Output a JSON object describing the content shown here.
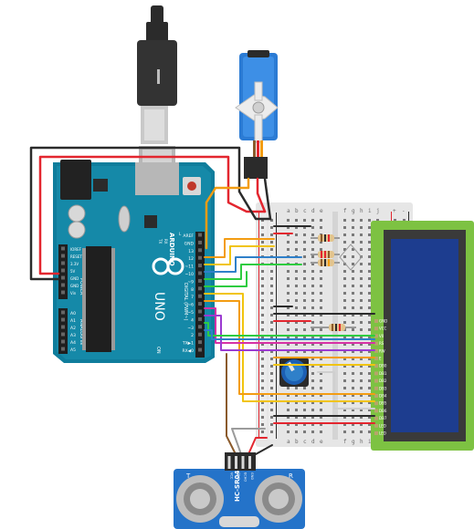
{
  "arduino": {
    "logo_text": "ARDUINO",
    "model_text": "UNO",
    "digital_label": "DIGITAL (PWM~)",
    "power_label": "POWER",
    "analog_label": "ANALOG IN",
    "on_label": "ON",
    "tx_label": "TX",
    "rx_label": "RX",
    "l_label": "L",
    "digital_pins": [
      "AREF",
      "GND",
      "13",
      "12",
      "~11",
      "~10",
      "~9",
      "8",
      "7",
      "~6",
      "~5",
      "4",
      "~3",
      "2",
      "TX▶1",
      "RX◀0"
    ],
    "power_pins": [
      "IOREF",
      "RESET",
      "3.3V",
      "5V",
      "GND",
      "GND",
      "Vin"
    ],
    "analog_pins": [
      "A0",
      "A1",
      "A2",
      "A3",
      "A4",
      "A5"
    ]
  },
  "breadboard": {
    "columns_left": [
      "a",
      "b",
      "c",
      "d",
      "e"
    ],
    "columns_right": [
      "f",
      "g",
      "h",
      "i",
      "j"
    ],
    "rail_signs": [
      "+",
      "-"
    ],
    "rows": 30
  },
  "sensor": {
    "model": "HC-SR04",
    "left_mark": "T",
    "right_mark": "R",
    "pins": [
      "VCC",
      "TRIG",
      "ECHO",
      "GND"
    ]
  },
  "lcd": {
    "pins": [
      "GND",
      "VCC",
      "V0",
      "RS",
      "RW",
      "E",
      "DB0",
      "DB1",
      "DB2",
      "DB3",
      "DB4",
      "DB5",
      "DB6",
      "DB7",
      "LED",
      "LED"
    ]
  },
  "colors": {
    "board_blue": "#0f7d9c",
    "wire_red": "#e3262f",
    "wire_black": "#2b2b2b",
    "wire_orange": "#f39c12",
    "wire_yellow": "#f1c40f",
    "wire_green": "#2ecc40",
    "wire_blue": "#2f80c9",
    "wire_purple": "#9b3ad1",
    "wire_magenta": "#d631a6",
    "wire_brown": "#8b5a2b",
    "wire_gray": "#9b9b9b",
    "lcd_green": "#7dc242",
    "lcd_screen": "#1d3d8f"
  }
}
